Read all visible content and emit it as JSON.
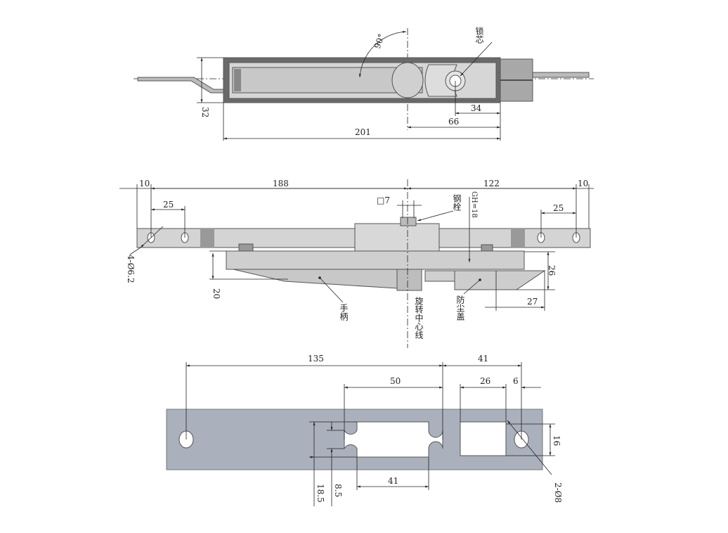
{
  "top_view": {
    "angle": "90°",
    "lock_core_label": "锁芯",
    "dims": {
      "height": "32",
      "total": "201",
      "center_to_end": "66",
      "core_to_end": "34"
    }
  },
  "side_view": {
    "dims": {
      "left_end": "10",
      "left_length": "188",
      "right_length": "122",
      "right_end": "10",
      "left_hole_pitch": "25",
      "right_hole_pitch": "25",
      "handle_height": "20",
      "cover_height": "26",
      "cover_width": "27"
    },
    "square": "□7",
    "gh": "GH=18",
    "holes": "4-Ø6.2",
    "labels": {
      "bolt": "钢栓",
      "handle": "手柄",
      "rotation_center": "旋转中心线",
      "dust_cover": "防尘盖"
    }
  },
  "cutout_view": {
    "dims": {
      "hole_to_slot": "135",
      "slot_to_hole": "41",
      "slot_width": "50",
      "window_width": "26",
      "hole_offset": "6",
      "slot_bottom": "41",
      "slot_height": "18.5",
      "notch_height": "8.5",
      "window_height": "16"
    },
    "holes": "2-Ø8"
  }
}
